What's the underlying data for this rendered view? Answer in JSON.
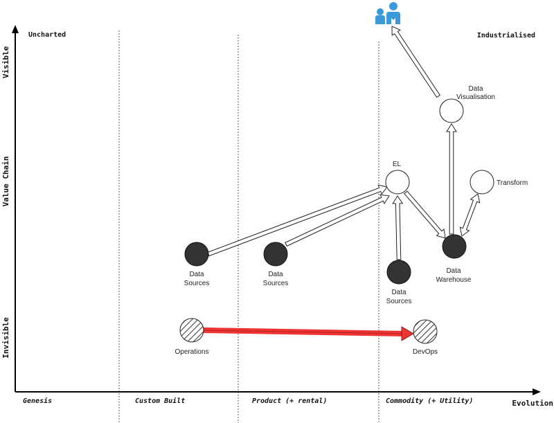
{
  "map": {
    "corners": {
      "uncharted": "Uncharted",
      "industrialised": "Industrialised"
    },
    "y_axis": {
      "top": "Visible",
      "middle": "Value Chain",
      "bottom": "Invisible"
    },
    "x_axis": {
      "title": "Evolution",
      "stages": [
        "Genesis",
        "Custom Built",
        "Product (+ rental)",
        "Commodity (+ Utility)"
      ]
    },
    "user_icon": "users-icon",
    "nodes": [
      {
        "id": "data-visualisation",
        "label": [
          "Data",
          "Visualisation"
        ],
        "style": "open"
      },
      {
        "id": "el",
        "label": [
          "EL"
        ],
        "style": "open"
      },
      {
        "id": "transform",
        "label": [
          "Transform"
        ],
        "style": "open"
      },
      {
        "id": "data-warehouse",
        "label": [
          "Data",
          "Warehouse"
        ],
        "style": "filled"
      },
      {
        "id": "data-sources-1",
        "label": [
          "Data",
          "Sources"
        ],
        "style": "filled"
      },
      {
        "id": "data-sources-2",
        "label": [
          "Data",
          "Sources"
        ],
        "style": "filled"
      },
      {
        "id": "data-sources-3",
        "label": [
          "Data",
          "Sources"
        ],
        "style": "filled"
      },
      {
        "id": "operations",
        "label": [
          "Operations"
        ],
        "style": "hatched"
      },
      {
        "id": "devops",
        "label": [
          "DevOps"
        ],
        "style": "hatched"
      }
    ],
    "colors": {
      "filled": "#333333",
      "evolution_arrow": "#ee3333",
      "user_icon": "#3a9ad9"
    }
  }
}
